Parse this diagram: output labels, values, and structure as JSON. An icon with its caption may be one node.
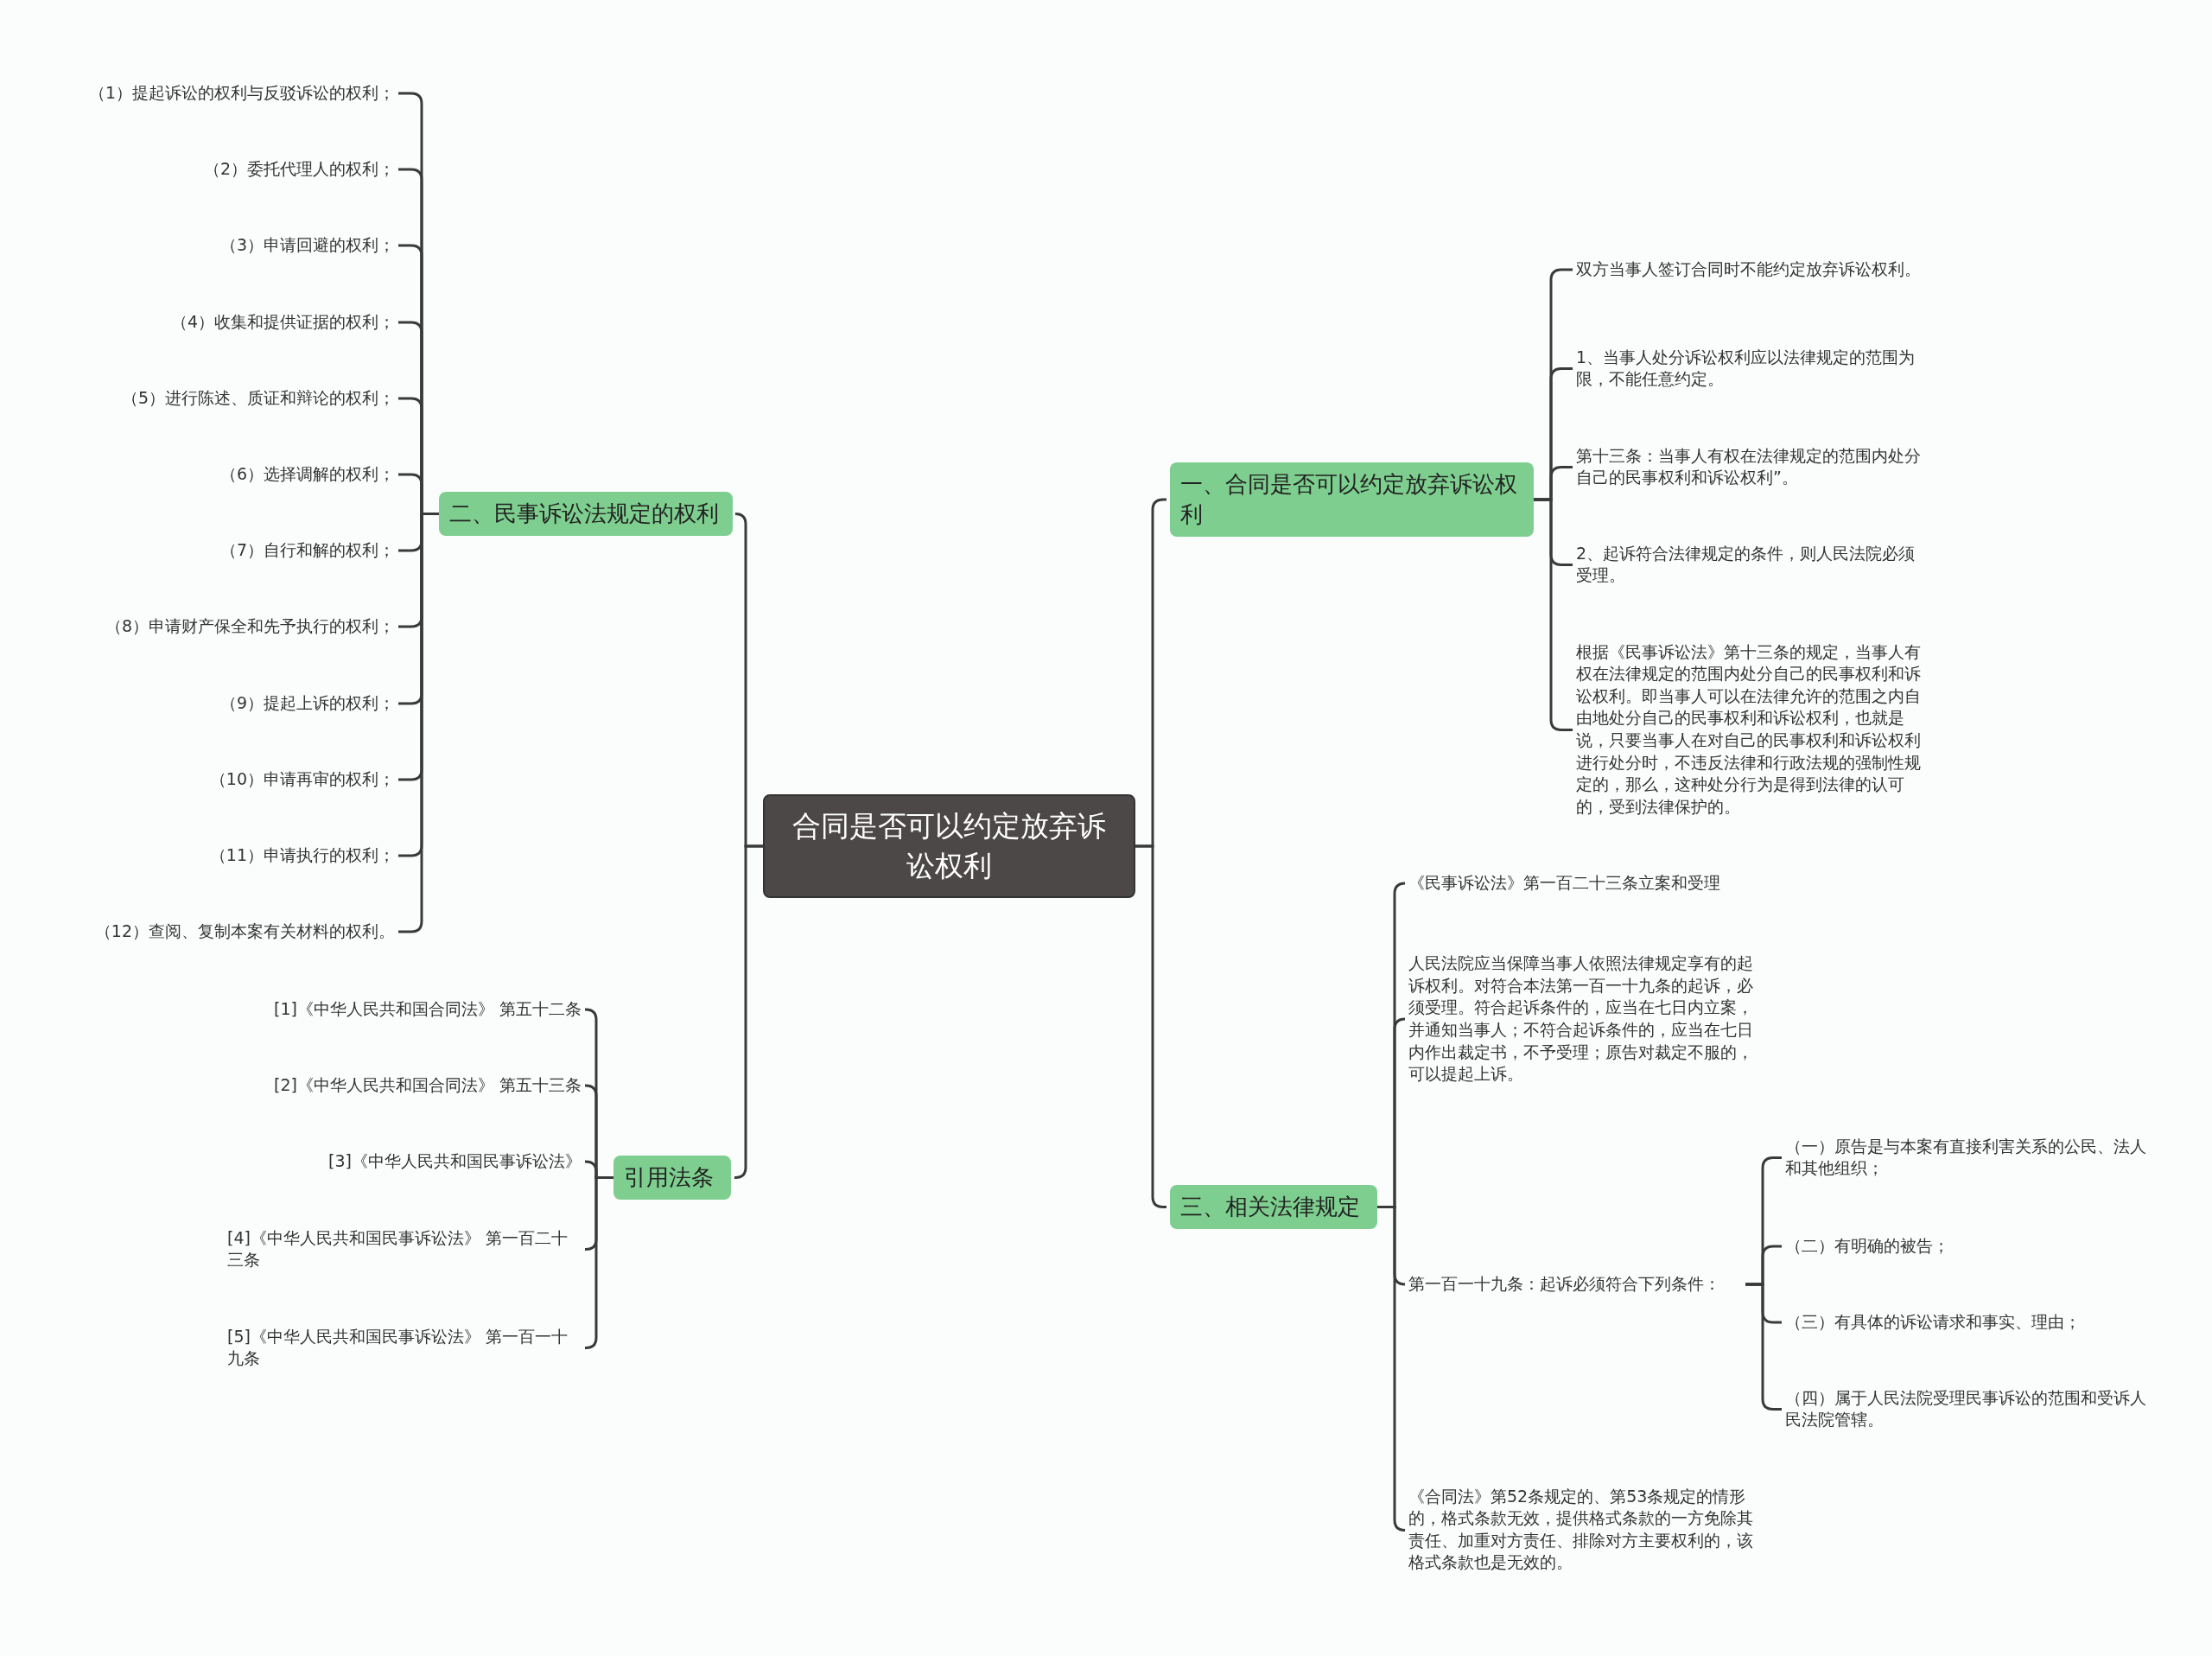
{
  "diagram": {
    "nodes": [
      {
        "text": [
          "合同是否可以约定放弃诉讼权利"
        ]
      },
      {
        "text": [
          "二、民事诉讼法规定的权利"
        ]
      },
      {
        "text": [
          "（1）提起诉讼的权利与反驳诉讼的权利；"
        ]
      },
      {
        "text": [
          "（2）委托代理人的权利；"
        ]
      },
      {
        "text": [
          "（3）申请回避的权利；"
        ]
      },
      {
        "text": [
          "（4）收集和提供证据的权利；"
        ]
      },
      {
        "text": [
          "（5）进行陈述、质证和辩论的权利；"
        ]
      },
      {
        "text": [
          "（6）选择调解的权利；"
        ]
      },
      {
        "text": [
          "（7）自行和解的权利；"
        ]
      },
      {
        "text": [
          "（8）申请财产保全和先予执行的权利；"
        ]
      },
      {
        "text": [
          "（9）提起上诉的权利；"
        ]
      },
      {
        "text": [
          "（10）申请再审的权利；"
        ]
      },
      {
        "text": [
          "（11）申请执行的权利；"
        ]
      },
      {
        "text": [
          "（12）查阅、复制本案有关材料的权利。"
        ]
      },
      {
        "text": [
          "引用法条"
        ]
      },
      {
        "text": [
          "[1]《中华人民共和国合同法》 第五十二条"
        ]
      },
      {
        "text": [
          "[2]《中华人民共和国合同法》 第五十三条"
        ]
      },
      {
        "text": [
          "[3]《中华人民共和国民事诉讼法》"
        ]
      },
      {
        "text": [
          "[4]《中华人民共和国民事诉讼法》 第一百二十三条"
        ]
      },
      {
        "text": [
          "[5]《中华人民共和国民事诉讼法》 第一百一十九条"
        ]
      },
      {
        "text": [
          "一、合同是否可以约定放弃诉讼权利"
        ]
      },
      {
        "text": [
          "双方当事人签订合同时不能约定放弃诉讼权利。"
        ]
      },
      {
        "text": [
          "1、当事人处分诉讼权利应以法律规定的范围为限，不能任意约定。"
        ]
      },
      {
        "text": [
          "第十三条：当事人有权在法律规定的范围内处分自己的民事权利和诉讼权利”。"
        ]
      },
      {
        "text": [
          "2、起诉符合法律规定的条件，则人民法院必须受理。"
        ]
      },
      {
        "text": [
          "根据《民事诉讼法》第十三条的规定，当事人有权在法律规定的范围内处分自己的民事权利和诉讼权利。即当事人可以在法律允许的范围之内自由地处分自己的民事权利和诉讼权利，也就是说，只要当事人在对自己的民事权利和诉讼权利进行处分时，不违反法律和行政法规的强制性规定的，那么，这种处分行为是得到法律的认可的，受到法律保护的。"
        ]
      },
      {
        "text": [
          "三、相关法律规定"
        ]
      },
      {
        "text": [
          "《民事诉讼法》第一百二十三条立案和受理"
        ]
      },
      {
        "text": [
          "人民法院应当保障当事人依照法律规定享有的起诉权利。对符合本法第一百一十九条的起诉，必须受理。符合起诉条件的，应当在七日内立案，并通知当事人；不符合起诉条件的，应当在七日内作出裁定书，不予受理；原告对裁定不服的，可以提起上诉。"
        ]
      },
      {
        "text": [
          "第一百一十九条：起诉必须符合下列条件："
        ]
      },
      {
        "text": [
          "（一）原告是与本案有直接利害关系的公民、法人和其他组织；"
        ]
      },
      {
        "text": [
          "（二）有明确的被告；"
        ]
      },
      {
        "text": [
          "（三）有具体的诉讼请求和事实、理由；"
        ]
      },
      {
        "text": [
          "（四）属于人民法院受理民事诉讼的范围和受诉人民法院管辖。"
        ]
      },
      {
        "text": [
          "《合同法》第52条规定的、第53条规定的情形的，格式条款无效，提供格式条款的一方免除其责任、加重对方责任、排除对方主要权利的，该格式条款也是无效的。"
        ]
      }
    ],
    "edges": [
      {
        "from": 0,
        "to": 1,
        "arrow": "none"
      },
      {
        "from": 1,
        "to": 2,
        "arrow": "none"
      },
      {
        "from": 1,
        "to": 3,
        "arrow": "none"
      },
      {
        "from": 1,
        "to": 4,
        "arrow": "none"
      },
      {
        "from": 1,
        "to": 5,
        "arrow": "none"
      },
      {
        "from": 1,
        "to": 6,
        "arrow": "none"
      },
      {
        "from": 1,
        "to": 7,
        "arrow": "none"
      },
      {
        "from": 1,
        "to": 8,
        "arrow": "none"
      },
      {
        "from": 1,
        "to": 9,
        "arrow": "none"
      },
      {
        "from": 1,
        "to": 10,
        "arrow": "none"
      },
      {
        "from": 1,
        "to": 11,
        "arrow": "none"
      },
      {
        "from": 1,
        "to": 12,
        "arrow": "none"
      },
      {
        "from": 1,
        "to": 13,
        "arrow": "none"
      },
      {
        "from": 0,
        "to": 14,
        "arrow": "none"
      },
      {
        "from": 14,
        "to": 15,
        "arrow": "none"
      },
      {
        "from": 14,
        "to": 16,
        "arrow": "none"
      },
      {
        "from": 14,
        "to": 17,
        "arrow": "none"
      },
      {
        "from": 14,
        "to": 18,
        "arrow": "none"
      },
      {
        "from": 14,
        "to": 19,
        "arrow": "none"
      },
      {
        "from": 0,
        "to": 20,
        "arrow": "none"
      },
      {
        "from": 20,
        "to": 21,
        "arrow": "none"
      },
      {
        "from": 20,
        "to": 22,
        "arrow": "none"
      },
      {
        "from": 20,
        "to": 23,
        "arrow": "none"
      },
      {
        "from": 20,
        "to": 24,
        "arrow": "none"
      },
      {
        "from": 20,
        "to": 25,
        "arrow": "none"
      },
      {
        "from": 0,
        "to": 26,
        "arrow": "none"
      },
      {
        "from": 26,
        "to": 27,
        "arrow": "none"
      },
      {
        "from": 26,
        "to": 28,
        "arrow": "none"
      },
      {
        "from": 26,
        "to": 29,
        "arrow": "none"
      },
      {
        "from": 29,
        "to": 30,
        "arrow": "none"
      },
      {
        "from": 29,
        "to": 31,
        "arrow": "none"
      },
      {
        "from": 29,
        "to": 32,
        "arrow": "none"
      },
      {
        "from": 29,
        "to": 33,
        "arrow": "none"
      },
      {
        "from": 26,
        "to": 34,
        "arrow": "none"
      }
    ]
  }
}
